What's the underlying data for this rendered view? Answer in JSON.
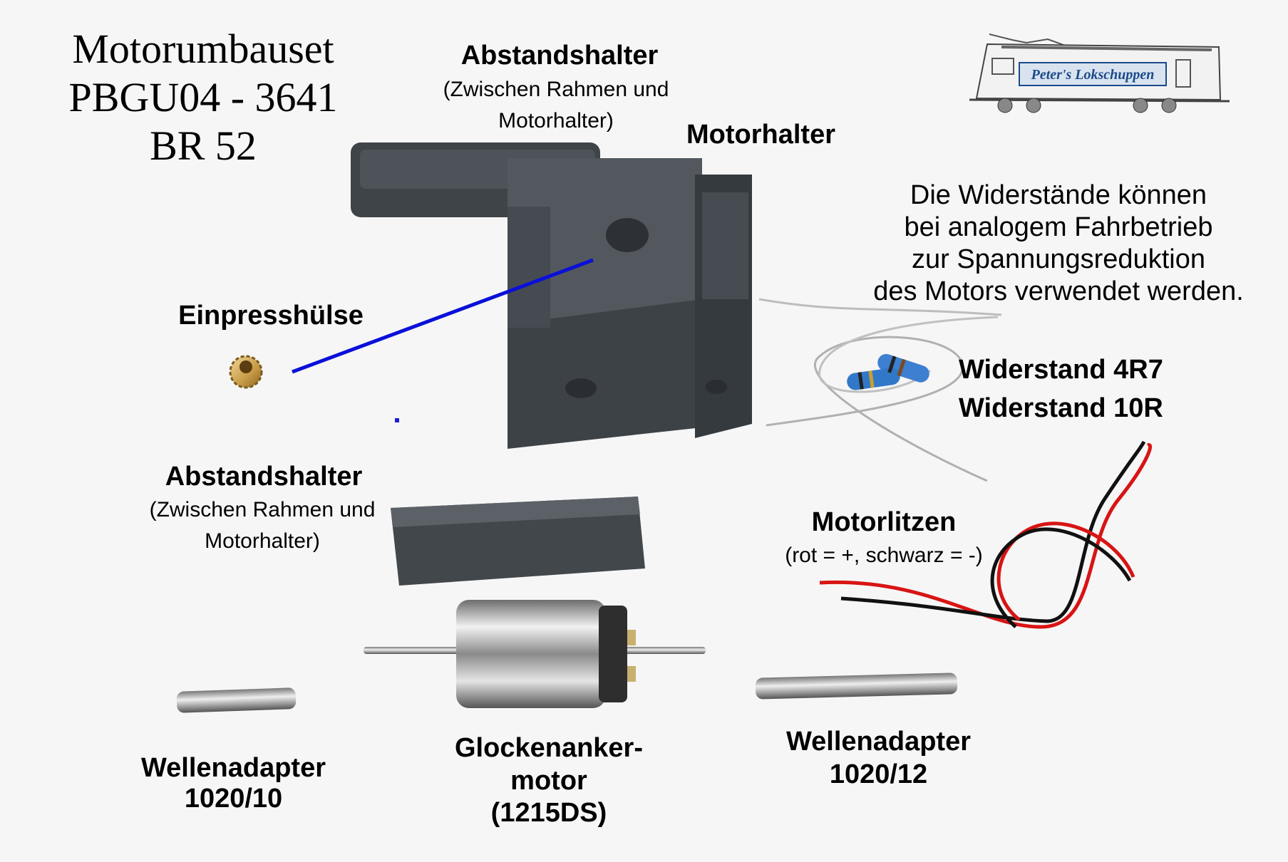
{
  "title": {
    "line1": "Motorumbauset",
    "line2": "PBGU04 - 3641",
    "line3": "BR 52"
  },
  "logo": {
    "text": "Peter's Lokschuppen"
  },
  "labels": {
    "spacer_top": "Abstandshalter",
    "spacer_top_sub1": "(Zwischen Rahmen und",
    "spacer_top_sub2": "Motorhalter)",
    "motor_holder": "Motorhalter",
    "press_sleeve": "Einpresshülse",
    "spacer_bottom": "Abstandshalter",
    "spacer_bottom_sub1": "(Zwischen Rahmen und",
    "spacer_bottom_sub2": "Motorhalter)",
    "resistor1": "Widerstand 4R7",
    "resistor2": "Widerstand 10R",
    "motor_wires": "Motorlitzen",
    "motor_wires_sub": "(rot = +, schwarz = -)",
    "shaft_left_1": "Wellenadapter",
    "shaft_left_2": "1020/10",
    "motor_1": "Glockenanker-",
    "motor_2": "motor",
    "motor_3": "(1215DS)",
    "shaft_right_1": "Wellenadapter",
    "shaft_right_2": "1020/12"
  },
  "note": {
    "line1": "Die Widerstände können",
    "line2": "bei analogem Fahrbetrieb",
    "line3": "zur Spannungsreduktion",
    "line4": "des Motors verwendet werden."
  },
  "colors": {
    "background": "#f6f6f6",
    "plastic": "#4a4f55",
    "pointer_line": "#0a10d8",
    "wire_red": "#d81414",
    "wire_black": "#111111"
  }
}
